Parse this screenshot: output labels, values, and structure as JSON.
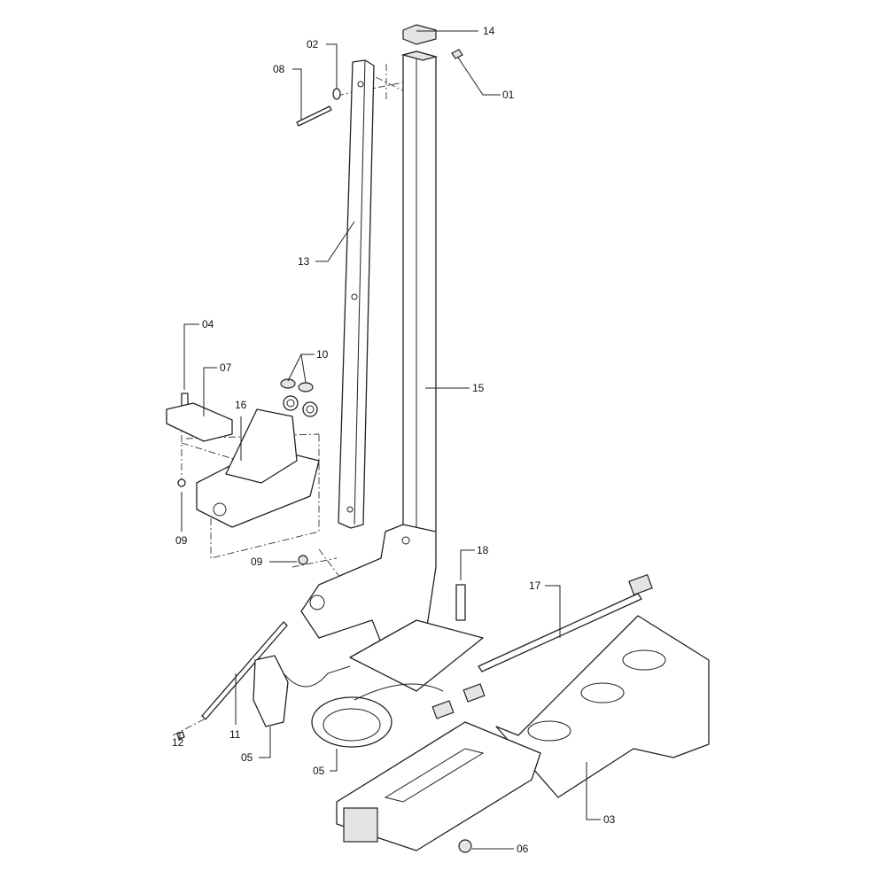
{
  "diagram": {
    "type": "exploded-parts-diagram",
    "callouts": {
      "c01": "01",
      "c02": "02",
      "c03": "03",
      "c04": "04",
      "c05a": "05",
      "c05b": "05",
      "c06": "06",
      "c07": "07",
      "c08": "08",
      "c09a": "09",
      "c09b": "09",
      "c10": "10",
      "c11": "11",
      "c12": "12",
      "c13": "13",
      "c14": "14",
      "c15": "15",
      "c16": "16",
      "c17": "17",
      "c18": "18"
    }
  }
}
